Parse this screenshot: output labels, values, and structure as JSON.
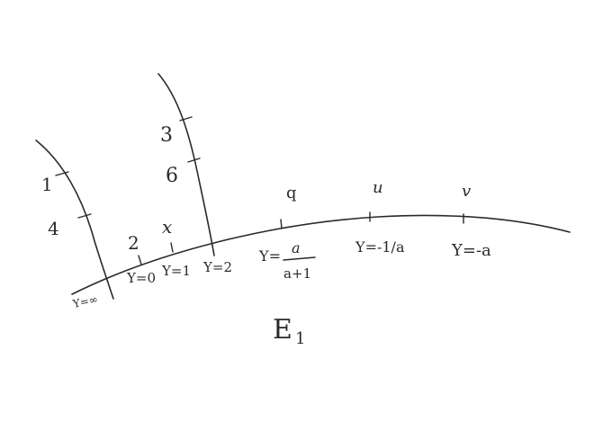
{
  "diagram": {
    "curve_label": {
      "main": "E",
      "sub": "1"
    },
    "left_curve_labels": {
      "upper": "1",
      "lower": "4"
    },
    "middle_curve_labels": {
      "upper": "3",
      "lower": "6"
    },
    "horizontal_labels_above": [
      "2",
      "x",
      "q",
      "u",
      "v"
    ],
    "horizontal_labels_below": [
      "Y=∞",
      "Y=0",
      "Y=1",
      "Y=2"
    ],
    "fraction_label": {
      "prefix": "Y=",
      "numerator": "a",
      "denominator": "a+1"
    },
    "far_labels": [
      "Y=-1/a",
      "Y=-a"
    ]
  }
}
